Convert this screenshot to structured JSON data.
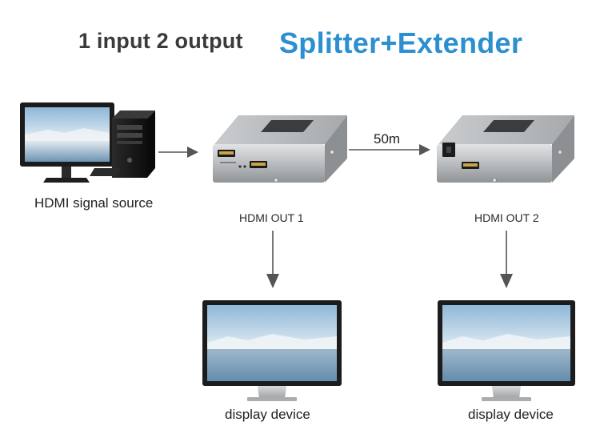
{
  "title": {
    "prefix": "1 input 2 output",
    "main": "Splitter+Extender"
  },
  "source": {
    "label": "HDMI signal source"
  },
  "link": {
    "distance": "50m"
  },
  "outputs": [
    {
      "port_label": "HDMI OUT 1",
      "device_label": "display device"
    },
    {
      "port_label": "HDMI OUT 2",
      "device_label": "display device"
    }
  ],
  "colors": {
    "accent": "#2b8fd0",
    "arrow": "#555555",
    "device_body": "#b9bcbf"
  }
}
